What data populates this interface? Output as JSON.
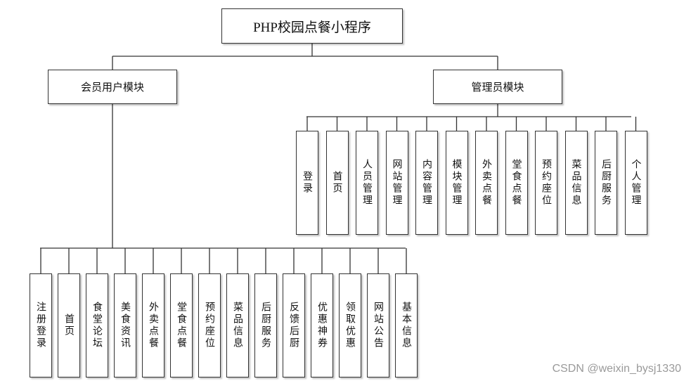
{
  "root": {
    "title": "PHP校园点餐小程序"
  },
  "modules": {
    "member": {
      "title": "会员用户模块",
      "items": [
        "注册登录",
        "首页",
        "食堂论坛",
        "美食资讯",
        "外卖点餐",
        "堂食点餐",
        "预约座位",
        "菜品信息",
        "后厨服务",
        "反馈后厨",
        "优惠神券",
        "领取优惠",
        "网站公告",
        "基本信息"
      ]
    },
    "admin": {
      "title": "管理员模块",
      "items": [
        "登录",
        "首页",
        "人员管理",
        "网站管理",
        "内容管理",
        "模块管理",
        "外卖点餐",
        "堂食点餐",
        "预约座位",
        "菜品信息",
        "后厨服务",
        "个人管理"
      ]
    }
  },
  "watermark": "CSDN @weixin_bysj1330"
}
